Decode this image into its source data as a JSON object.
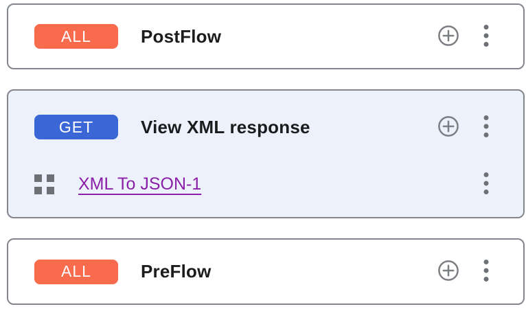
{
  "palette": {
    "badge_all_orange": "#F96B4D",
    "badge_get_blue": "#3B67D6",
    "link_purple": "#8A1FA8",
    "card_border_gray": "#80868B",
    "selected_card_bg": "#EDF1FB",
    "icon_gray": "#6D7175",
    "title_text": "#1A1C1E"
  },
  "cards": [
    {
      "id": "postflow",
      "badge": "ALL",
      "badge_color": "#F96B4D",
      "title": "PostFlow",
      "actions": [
        "add-circle-icon",
        "more-vert-icon"
      ]
    },
    {
      "id": "view-xml-response",
      "badge": "GET",
      "badge_color": "#3B67D6",
      "title": "View XML response",
      "actions": [
        "add-circle-icon",
        "more-vert-icon"
      ],
      "steps": [
        {
          "label": "XML To JSON-1",
          "icon": "policy-grid-icon",
          "actions": [
            "more-vert-icon"
          ]
        }
      ]
    },
    {
      "id": "preflow",
      "badge": "ALL",
      "badge_color": "#F96B4D",
      "title": "PreFlow",
      "actions": [
        "add-circle-icon",
        "more-vert-icon"
      ]
    }
  ]
}
